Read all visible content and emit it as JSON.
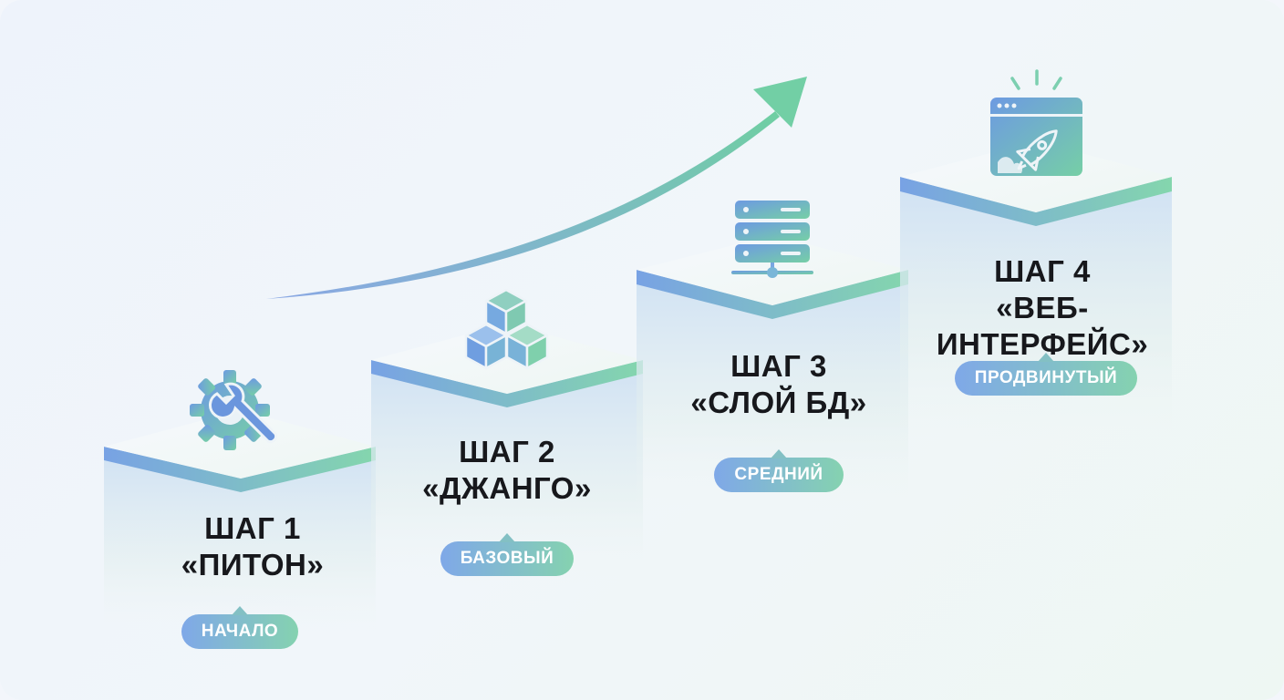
{
  "steps": [
    {
      "line1": "ШАГ 1",
      "line2": "«ПИТОН»",
      "badge": "НАЧАЛО",
      "icon": "gear-wrench-icon"
    },
    {
      "line1": "ШАГ 2",
      "line2": "«ДЖАНГО»",
      "badge": "БАЗОВЫЙ",
      "icon": "cubes-icon"
    },
    {
      "line1": "ШАГ 3",
      "line2": "«СЛОЙ БД»",
      "badge": "СРЕДНИЙ",
      "icon": "server-icon"
    },
    {
      "line1": "ШАГ 4",
      "line2": "«ВЕБ-ИНТЕРФЕЙС»",
      "badge": "ПРОДВИНУТЫЙ",
      "icon": "browser-rocket-icon"
    }
  ],
  "colors": {
    "blue": "#7aa6e6",
    "green": "#7fd4ae",
    "text": "#17181c"
  },
  "arrow_icon": "growth-arrow-icon"
}
